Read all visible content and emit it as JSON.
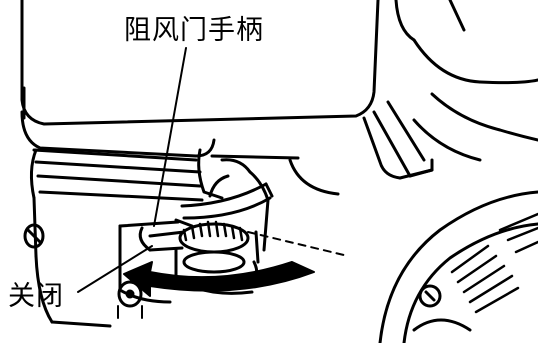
{
  "labels": {
    "choke_lever": "阻风门手柄",
    "closed": "关闭"
  },
  "colors": {
    "line": "#000000",
    "background": "#ffffff",
    "arrow_fill": "#000000"
  },
  "icons": {
    "direction_arrow": "curved-arrow-left",
    "knob": "choke-knob"
  }
}
